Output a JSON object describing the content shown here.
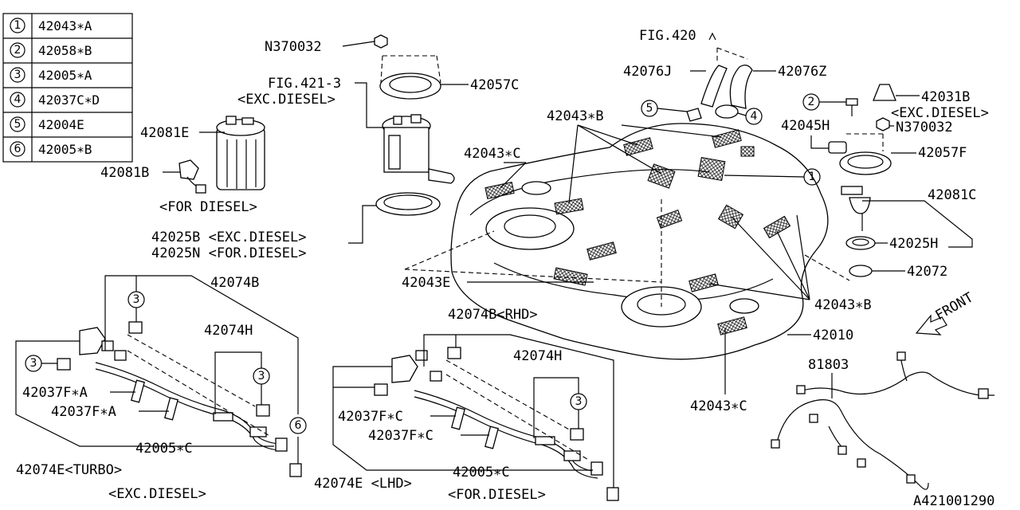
{
  "legend": [
    {
      "num": "1",
      "part": "42043∗A"
    },
    {
      "num": "2",
      "part": "42058∗B"
    },
    {
      "num": "3",
      "part": "42005∗A"
    },
    {
      "num": "4",
      "part": "42037C∗D"
    },
    {
      "num": "5",
      "part": "42004E"
    },
    {
      "num": "6",
      "part": "42005∗B"
    }
  ],
  "labels": {
    "n370032_top": "N370032",
    "fig421_3": "FIG.421-3",
    "exc_diesel_pump": "<EXC.DIESEL>",
    "p42057c": "42057C",
    "p42081e": "42081E",
    "p42081b": "42081B",
    "for_diesel_filter": "<FOR DIESEL>",
    "p42025b": "42025B <EXC.DIESEL>",
    "p42025n": "42025N <FOR.DIESEL>",
    "fig420": "FIG.420",
    "p42076j": "42076J",
    "p42076z": "42076Z",
    "p42043b_top": "42043∗B",
    "p42043c_left": "42043∗C",
    "p42043e": "42043E",
    "p42043b_right": "42043∗B",
    "p42010": "42010",
    "p42043c_bottom": "42043∗C",
    "p42031b": "42031B",
    "exc_diesel_right": "<EXC.DIESEL>",
    "p42045h": "42045H",
    "n370032_right": "N370032",
    "p42057f": "42057F",
    "p42081c": "42081C",
    "p42025h": "42025H",
    "p42072": "42072",
    "front": "FRONT",
    "p81803": "81803",
    "p42074b_left": "42074B",
    "p42074h_left": "42074H",
    "p42037f_a1": "42037F∗A",
    "p42037f_a2": "42037F∗A",
    "p42005c_left": "42005∗C",
    "p42074e_turbo": "42074E<TURBO>",
    "exc_diesel_bottom": "<EXC.DIESEL>",
    "p42074b_rhd": "42074B<RHD>",
    "p42074h_right": "42074H",
    "p42037f_c1": "42037F∗C",
    "p42037f_c2": "42037F∗C",
    "p42005c_right": "42005∗C",
    "p42074e_lhd": "42074E <LHD>",
    "for_diesel_bottom": "<FOR.DIESEL>",
    "diagram_id": "A421001290"
  },
  "callouts": {
    "c5": "5",
    "c4": "4",
    "c2": "2",
    "c1": "1",
    "c3a": "3",
    "c3b": "3",
    "c3c": "3",
    "c3d": "3",
    "c6": "6"
  }
}
